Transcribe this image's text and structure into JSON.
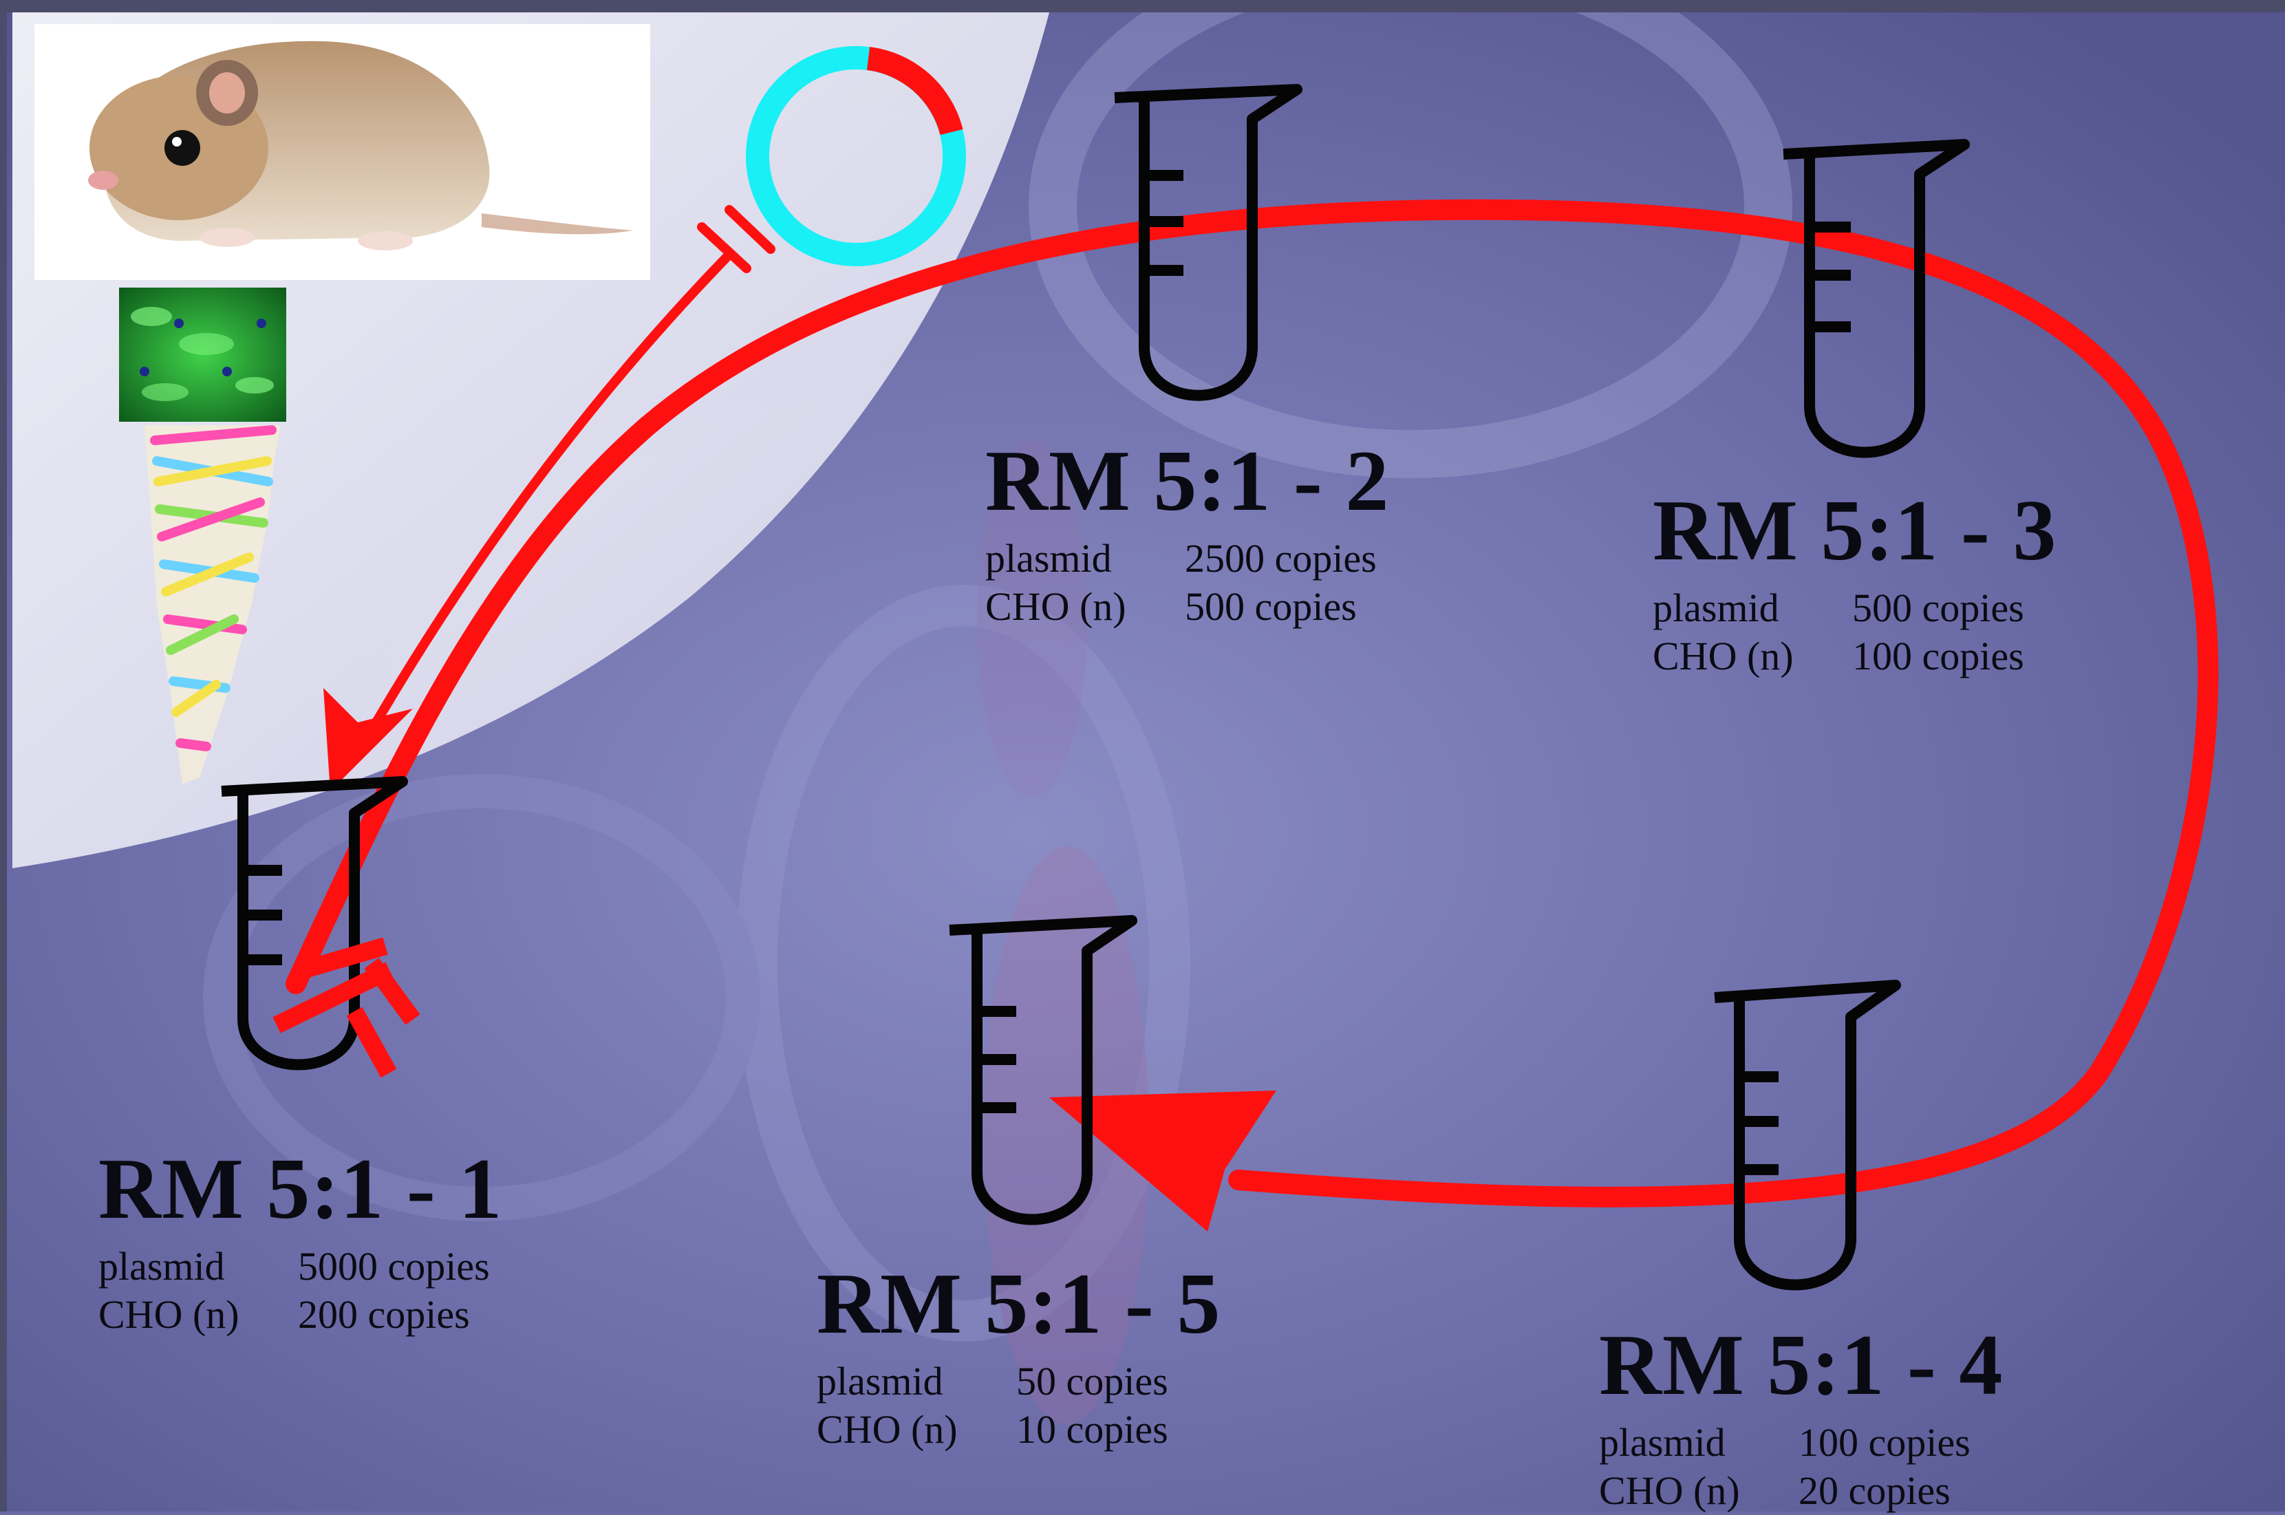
{
  "samples": [
    {
      "id": "1",
      "title": "RM 5:1 - 1",
      "rows": [
        {
          "label": "plasmid",
          "value": "5000 copies"
        },
        {
          "label": "CHO (n)",
          "value": "200 copies"
        }
      ]
    },
    {
      "id": "2",
      "title": "RM 5:1 - 2",
      "rows": [
        {
          "label": "plasmid",
          "value": "2500 copies"
        },
        {
          "label": "CHO (n)",
          "value": "500 copies"
        }
      ]
    },
    {
      "id": "3",
      "title": "RM 5:1 - 3",
      "rows": [
        {
          "label": "plasmid",
          "value": "500 copies"
        },
        {
          "label": "CHO (n)",
          "value": "100 copies"
        }
      ]
    },
    {
      "id": "4",
      "title": "RM 5:1 - 4",
      "rows": [
        {
          "label": "plasmid",
          "value": "100 copies"
        },
        {
          "label": "CHO (n)",
          "value": "20 copies"
        }
      ]
    },
    {
      "id": "5",
      "title": "RM 5:1 - 5",
      "rows": [
        {
          "label": "plasmid",
          "value": "50 copies"
        },
        {
          "label": "CHO (n)",
          "value": "10 copies"
        }
      ]
    }
  ],
  "colors": {
    "background": "#6a6aa6",
    "arrow": "#ff1010",
    "tube_stroke": "#050505",
    "plasmid_ring": "#19f0f5",
    "plasmid_insert": "#ff1010",
    "panel": "#dcdcec"
  },
  "icons": [
    "hamster-image",
    "cell-culture-image",
    "dna-helix-icon",
    "plasmid-icon",
    "test-tube-icon"
  ]
}
